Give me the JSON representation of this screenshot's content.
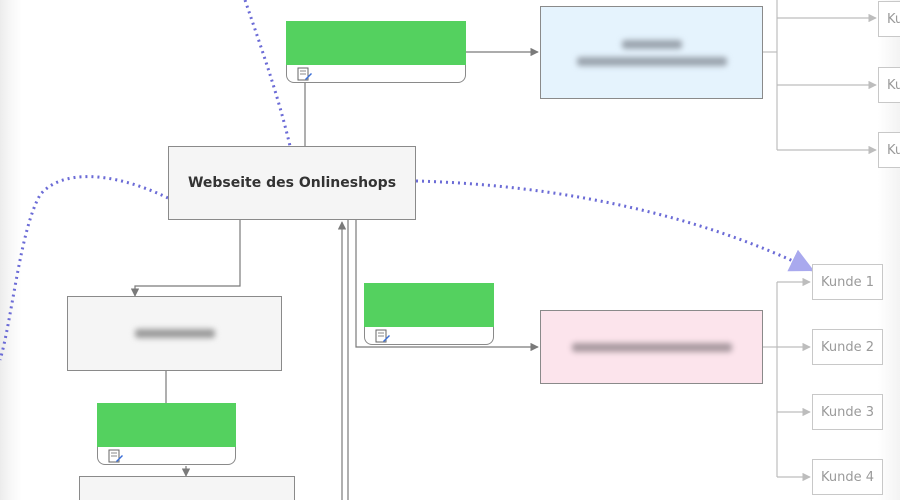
{
  "colors": {
    "tag_green": "#54d15f",
    "dotted_link": "#6b6bd6",
    "connector": "#7a7a7a",
    "faded_connector": "#bdbdbd"
  },
  "nodes": {
    "main": "Webseite des Onlineshops",
    "kunde_1": "Kunde 1",
    "kunde_2": "Kunde 2",
    "kunde_3": "Kunde 3",
    "kunde_4": "Kunde 4",
    "kunde_top_1": "Ku",
    "kunde_top_2": "Ku",
    "kunde_top_3": "Ku"
  },
  "icons": {
    "tag_note": "note-edit-icon"
  }
}
